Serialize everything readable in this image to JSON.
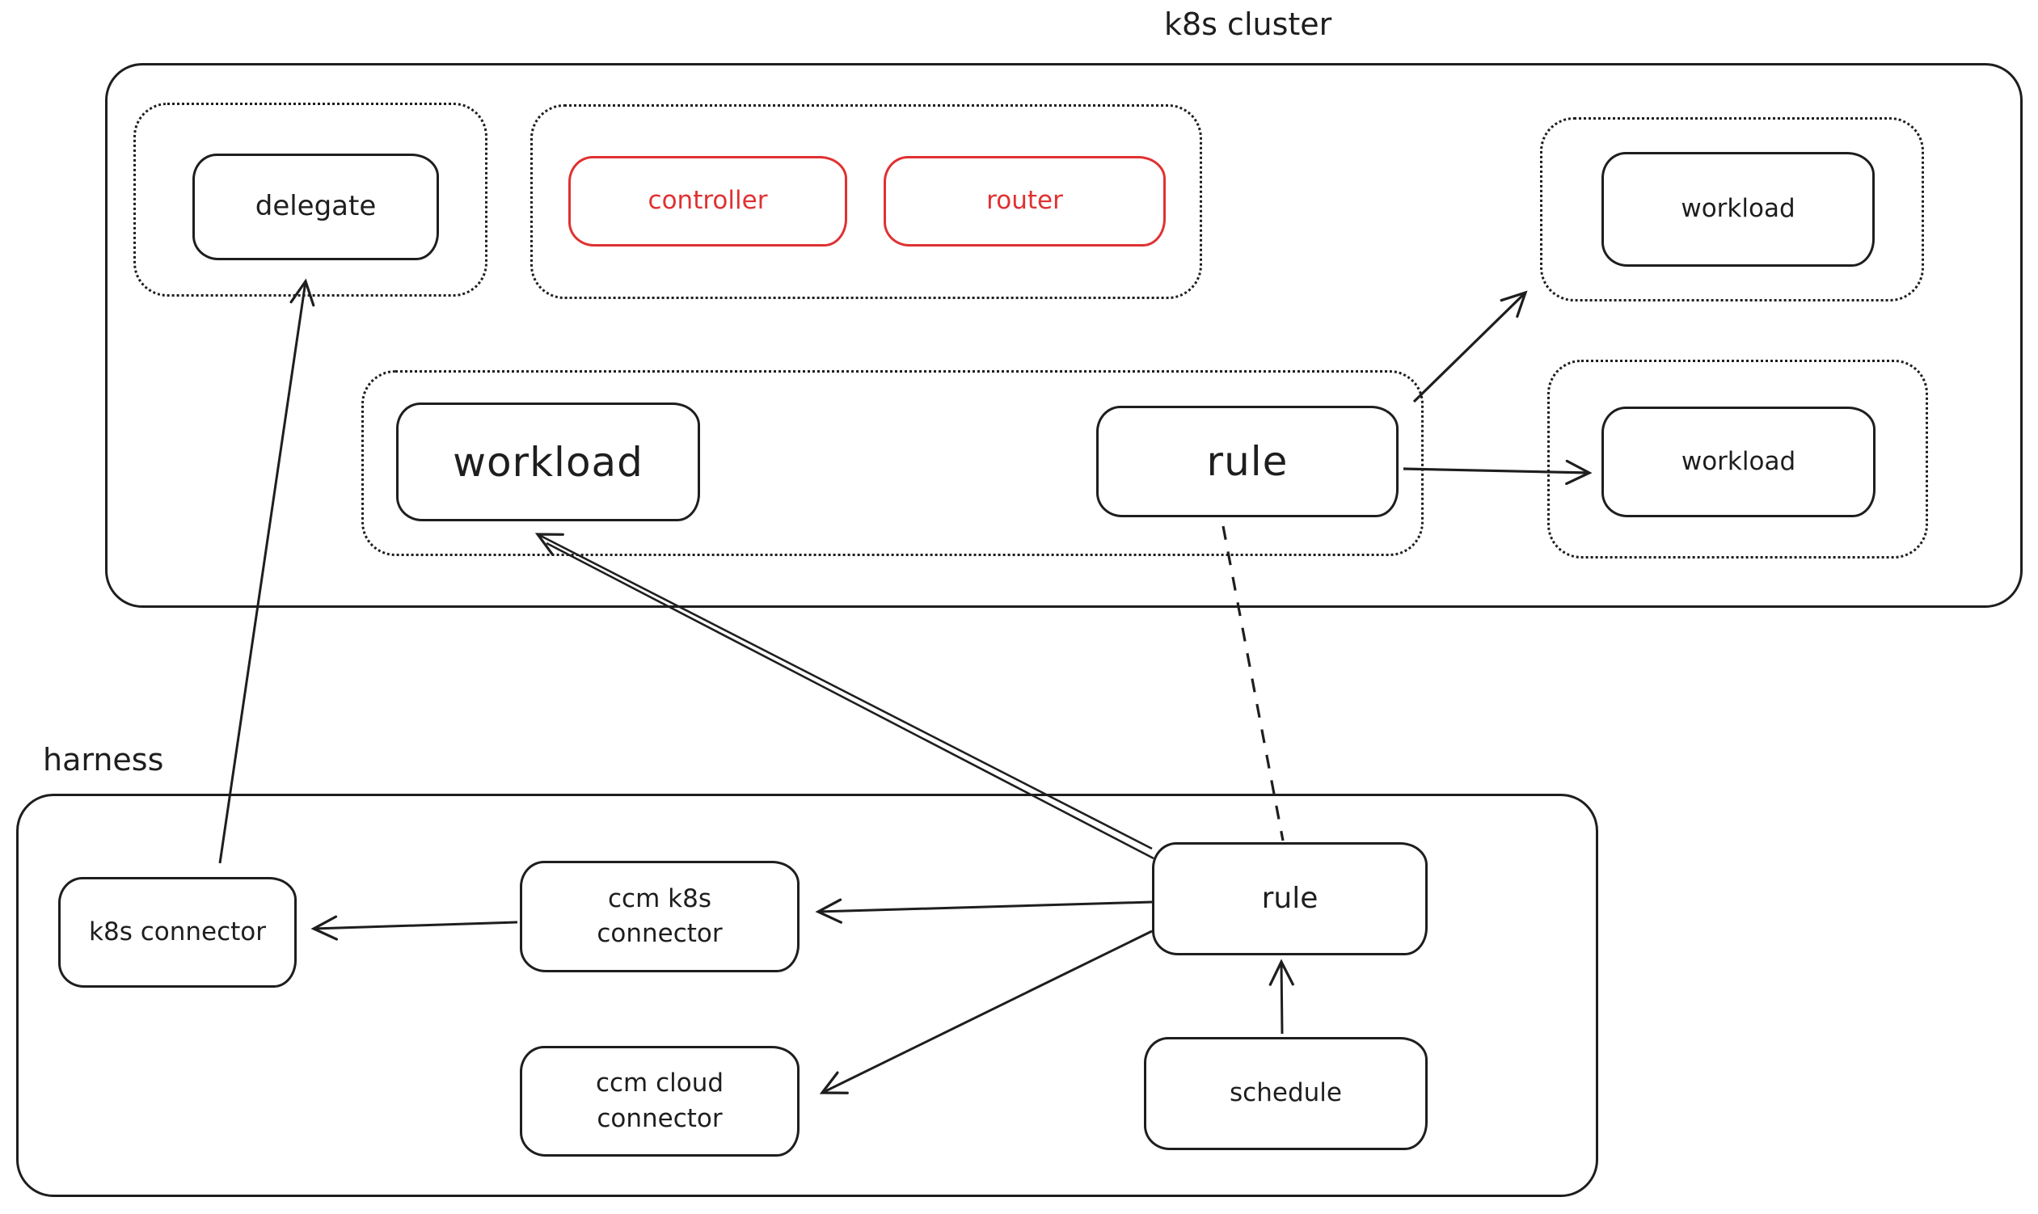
{
  "colors": {
    "ink": "#1e1e1e",
    "red": "#e03131",
    "background": "#ffffff"
  },
  "k8s_cluster": {
    "title": "k8s cluster",
    "delegate": "delegate",
    "controller": "controller",
    "router": "router",
    "workload_top": "workload",
    "workload_main": "workload",
    "rule": "rule",
    "workload_right": "workload"
  },
  "harness": {
    "title": "harness",
    "k8s_connector": "k8s connector",
    "ccm_k8s_connector": "ccm k8s connector",
    "ccm_cloud_connector": "ccm cloud connector",
    "rule": "rule",
    "schedule": "schedule"
  },
  "edges": [
    {
      "from": "harness k8s connector",
      "to": "k8s cluster delegate",
      "style": "solid arrow"
    },
    {
      "from": "harness rule",
      "to": "k8s cluster workload (main)",
      "style": "double-line arrow"
    },
    {
      "from": "k8s cluster rule",
      "to": "k8s cluster workload (top right group)",
      "style": "solid arrow"
    },
    {
      "from": "k8s cluster rule",
      "to": "k8s cluster workload (right group)",
      "style": "solid arrow"
    },
    {
      "from": "k8s cluster rule",
      "to": "harness rule",
      "style": "dashed line"
    },
    {
      "from": "harness rule",
      "to": "ccm k8s connector",
      "style": "solid arrow"
    },
    {
      "from": "harness rule",
      "to": "ccm cloud connector",
      "style": "solid arrow"
    },
    {
      "from": "ccm k8s connector",
      "to": "k8s connector",
      "style": "solid arrow"
    },
    {
      "from": "schedule",
      "to": "harness rule",
      "style": "solid arrow"
    }
  ]
}
